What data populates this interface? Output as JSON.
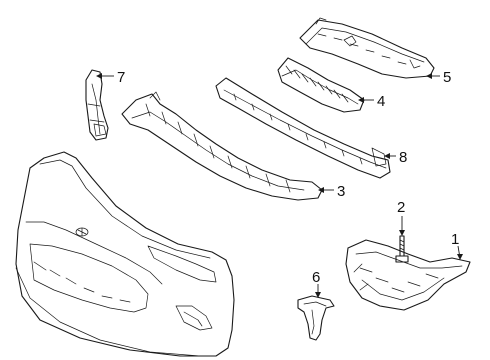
{
  "callouts": [
    {
      "key": "c1",
      "label": "1"
    },
    {
      "key": "c2",
      "label": "2"
    },
    {
      "key": "c3",
      "label": "3"
    },
    {
      "key": "c4",
      "label": "4"
    },
    {
      "key": "c5",
      "label": "5"
    },
    {
      "key": "c6",
      "label": "6"
    },
    {
      "key": "c7",
      "label": "7"
    },
    {
      "key": "c8",
      "label": "8"
    }
  ]
}
